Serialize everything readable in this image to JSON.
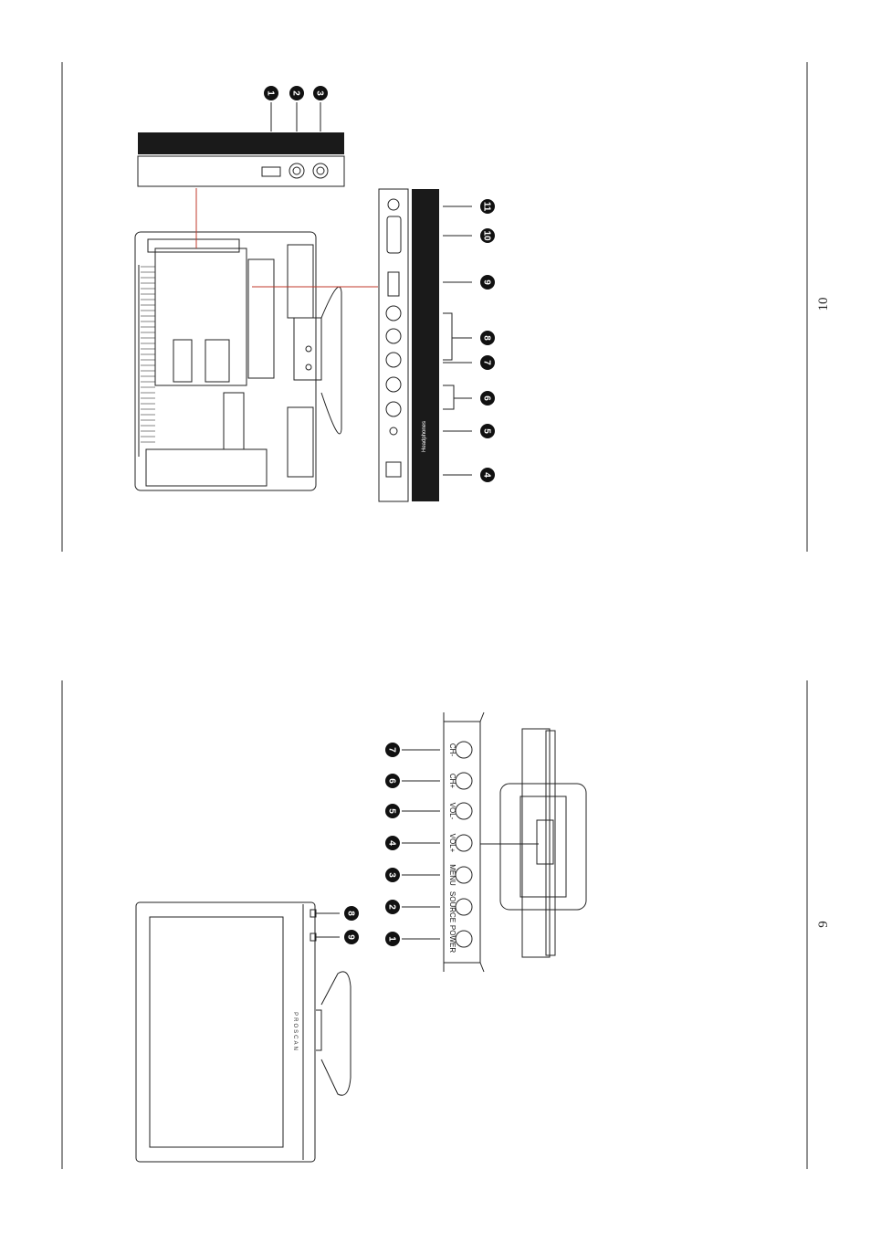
{
  "page_top": {
    "page_number": "10",
    "headphones_label": "Headphones",
    "side_callouts": [
      "1",
      "2",
      "3"
    ],
    "back_callouts": [
      "4",
      "5",
      "6",
      "7",
      "8",
      "9",
      "10",
      "11"
    ]
  },
  "page_bottom": {
    "page_number": "9",
    "brand_logo": "PROSCAN",
    "buttons": [
      {
        "num": "1",
        "label": "POWER"
      },
      {
        "num": "2",
        "label": "SOURCE"
      },
      {
        "num": "3",
        "label": "MENU"
      },
      {
        "num": "4",
        "label": "VOL+"
      },
      {
        "num": "5",
        "label": "VOL-"
      },
      {
        "num": "6",
        "label": "CH+"
      },
      {
        "num": "7",
        "label": "CH-"
      }
    ],
    "front_callouts": [
      "8",
      "9"
    ]
  },
  "colors": {
    "line": "#222222",
    "red_leader": "#c0392b",
    "panel_dark": "#1a1a1a"
  }
}
